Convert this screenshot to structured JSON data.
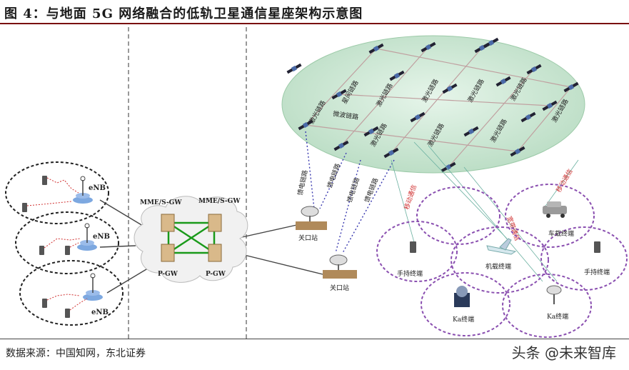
{
  "title": "图 4：与地面 5G 网络融合的低轨卫星通信星座架构示意图",
  "source": "数据来源：中国知网，东北证券",
  "watermark": "头条 @未来智库",
  "ground": {
    "enb_labels": [
      "eNB",
      "eNB",
      "eNB"
    ],
    "core_labels": [
      "MME/S-GW",
      "MME/S-GW",
      "P-GW",
      "P-GW"
    ],
    "gateway_labels": [
      "关口站",
      "关口站"
    ]
  },
  "space": {
    "inter_sat_link": "星间链路",
    "laser_link": "激光链路",
    "microwave_link": "微波链路",
    "feeder_link": "馈电链路",
    "mobile_link": "移动通信",
    "broadband_link": "宽带通信"
  },
  "terminals": [
    "手持终端",
    "车载终端",
    "机载终端",
    "手持终端",
    "Ka终端",
    "Ka终端"
  ],
  "colors": {
    "accent": "#7a1010",
    "constellation": "#cfe8d6",
    "dashed_purple": "#8a4fb0",
    "feeder": "#3a3ab0",
    "link_red": "#d03030"
  }
}
